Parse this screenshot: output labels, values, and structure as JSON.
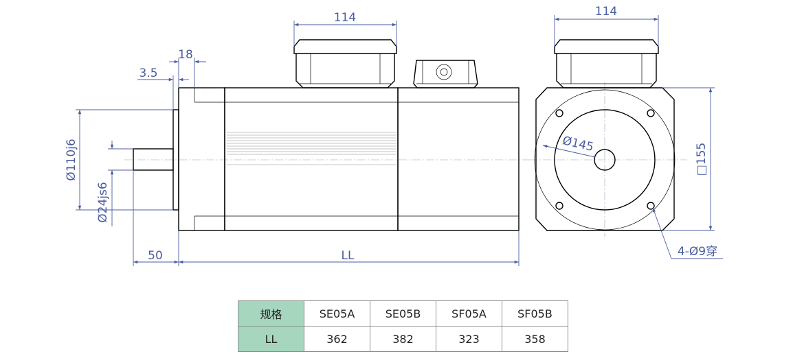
{
  "dimensions": {
    "connector_width_side": "114",
    "connector_width_end": "114",
    "flange_offset": "18",
    "shaft_step": "3.5",
    "spigot_diameter": "Ø110j6",
    "shaft_diameter": "Ø24js6",
    "shaft_length": "50",
    "body_length": "LL",
    "pcd": "Ø145",
    "flange_square": "□155",
    "mount_holes": "4-Ø9穿"
  },
  "table": {
    "header_label": "规格",
    "row_label": "LL",
    "models": [
      {
        "name": "SE05A",
        "ll": "362"
      },
      {
        "name": "SE05B",
        "ll": "382"
      },
      {
        "name": "SF05A",
        "ll": "323"
      },
      {
        "name": "SF05B",
        "ll": "358"
      }
    ]
  },
  "colors": {
    "dimension": "#4a5da0",
    "table_header": "#a6d6be",
    "outline": "#000000"
  }
}
